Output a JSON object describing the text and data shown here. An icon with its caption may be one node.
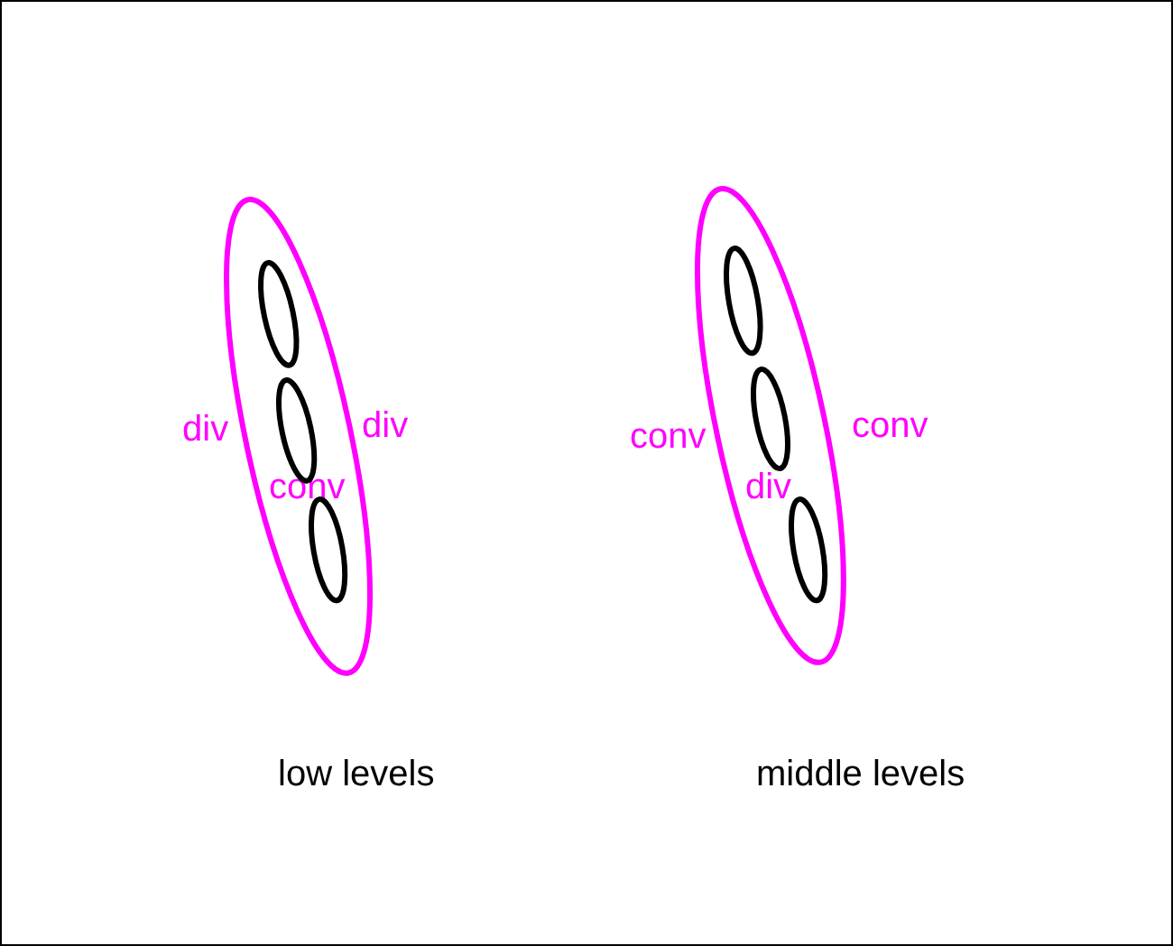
{
  "diagram": {
    "nodes": [
      {
        "text": [
          "conv"
        ],
        "beside": [
          "div",
          "div",
          "low levels"
        ]
      },
      {
        "text": [],
        "shape": "ellipse",
        "in": 0
      },
      {
        "text": [],
        "shape": "ellipse",
        "in": 0
      },
      {
        "text": [],
        "shape": "ellipse",
        "in": 0
      },
      {
        "text": [
          "div"
        ],
        "beside": [
          "conv",
          "conv",
          "middle levels"
        ]
      },
      {
        "text": [],
        "shape": "ellipse",
        "in": 4
      },
      {
        "text": [],
        "shape": "ellipse",
        "in": 4
      },
      {
        "text": [],
        "shape": "ellipse",
        "in": 4
      }
    ]
  }
}
